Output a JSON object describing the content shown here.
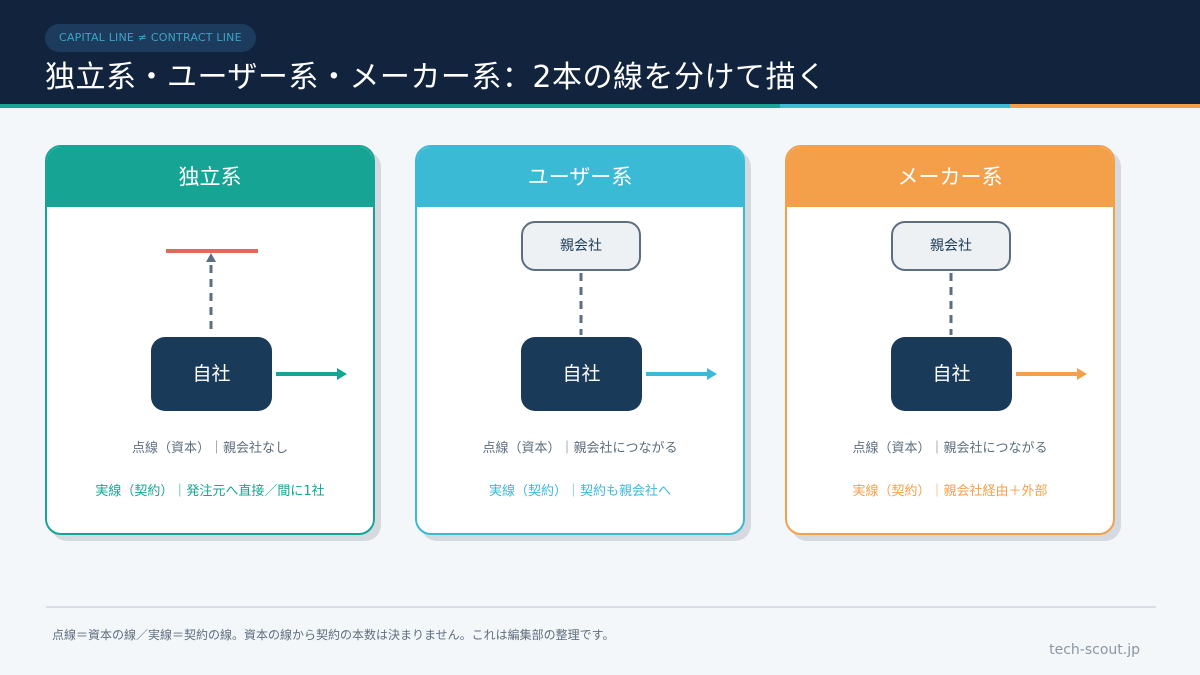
{
  "header": {
    "tag": "CAPITAL LINE ≠ CONTRACT LINE",
    "title": "独立系・ユーザー系・メーカー系：2本の線を分けて描く"
  },
  "colors": {
    "navy": "#12233d",
    "independent": "#16a595",
    "user": "#3bbad6",
    "maker": "#f4a04a",
    "self_box": "#1a3a5a",
    "capital_none": "#e06a55"
  },
  "cards": [
    {
      "title": "独立系",
      "self": "自社",
      "capital_text": "点線（資本）｜親会社なし",
      "contract_text": "実線（契約）｜発注元へ直接／間に1社"
    },
    {
      "title": "ユーザー系",
      "parent": "親会社",
      "self": "自社",
      "capital_text": "点線（資本）｜親会社につながる",
      "contract_text": "実線（契約）｜契約も親会社へ"
    },
    {
      "title": "メーカー系",
      "parent": "親会社",
      "self": "自社",
      "capital_text": "点線（資本）｜親会社につながる",
      "contract_text": "実線（契約）｜親会社経由＋外部"
    }
  ],
  "footer": {
    "note": "点線＝資本の線／実線＝契約の線。資本の線から契約の本数は決まりません。これは編集部の整理です。",
    "site": "tech-scout.jp"
  }
}
